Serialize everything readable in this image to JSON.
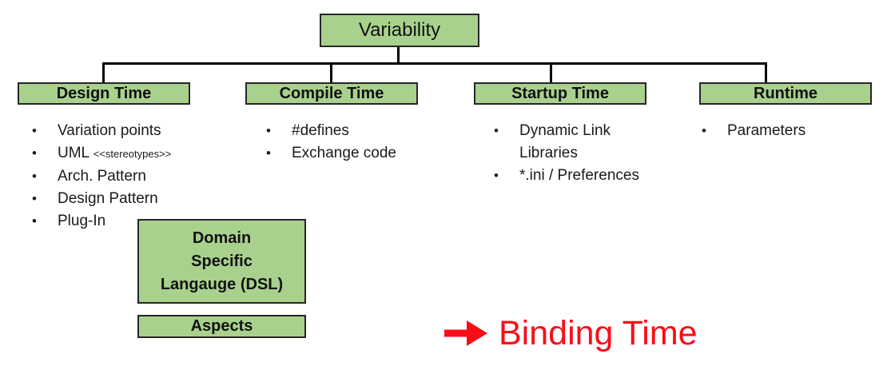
{
  "colors": {
    "box_fill": "#a9d18e",
    "box_border": "#262626",
    "connector": "#000000",
    "text": "#1a1a1a",
    "annotation_red": "#fb0d17"
  },
  "root_box": {
    "label": "Variability"
  },
  "branches": [
    {
      "header": "Design Time",
      "items": [
        {
          "text": "Variation points"
        },
        {
          "text": "UML",
          "suffix_small": "<<stereotypes>>"
        },
        {
          "text": "Arch. Pattern"
        },
        {
          "text": "Design Pattern"
        },
        {
          "text": "Plug-In"
        }
      ]
    },
    {
      "header": "Compile Time",
      "items": [
        {
          "text": "#defines"
        },
        {
          "text": "Exchange code"
        }
      ]
    },
    {
      "header": "Startup Time",
      "items": [
        {
          "text": "Dynamic Link\nLibraries"
        },
        {
          "text": "*.ini / Preferences"
        }
      ]
    },
    {
      "header": "Runtime",
      "items": [
        {
          "text": "Parameters"
        }
      ]
    }
  ],
  "dsl_box": {
    "label": "Domain\nSpecific\nLangauge (DSL)"
  },
  "aspects_box": {
    "label": "Aspects"
  },
  "annotation": {
    "label": "Binding Time",
    "icon": "right-arrow-icon"
  },
  "bullet_glyph": "•"
}
